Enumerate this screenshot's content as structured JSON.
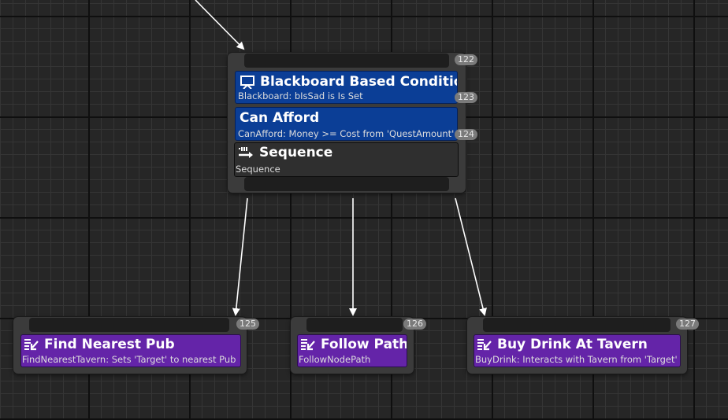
{
  "nodes": {
    "root": {
      "badge": "122",
      "decorators": [
        {
          "title": "Blackboard Based Condition",
          "subtitle": "Blackboard: bIsSad is Is Set",
          "badge": "123",
          "icon": "blackboard-icon"
        },
        {
          "title": "Can Afford",
          "subtitle": "CanAfford: Money >= Cost from 'QuestAmount'",
          "badge": "124"
        }
      ],
      "composite": {
        "title": "Sequence",
        "subtitle": "Sequence",
        "icon": "sequence-icon"
      }
    },
    "tasks": [
      {
        "title": "Find Nearest Pub",
        "subtitle": "FindNearestTavern: Sets 'Target' to nearest Pub",
        "badge": "125",
        "icon": "task-icon"
      },
      {
        "title": "Follow Path",
        "subtitle": "FollowNodePath",
        "badge": "126",
        "icon": "task-icon"
      },
      {
        "title": "Buy Drink At Tavern",
        "subtitle": "BuyDrink: Interacts with Tavern from 'Target'",
        "badge": "127",
        "icon": "task-icon"
      }
    ]
  },
  "colors": {
    "decorator": "#0b3e96",
    "composite": "#2f2f2f",
    "task": "#6424a8",
    "wire": "#ffffff",
    "grid_background": "#262626"
  }
}
